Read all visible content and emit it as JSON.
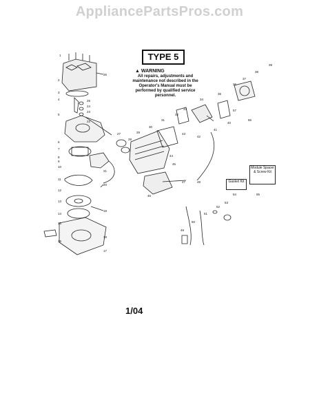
{
  "header": {
    "site_name": "AppliancePartsPros.com"
  },
  "diagram": {
    "type_label": "TYPE 5",
    "warning": {
      "title": "WARNING",
      "text": "All repairs, adjustments and maintenance not described in the Operator's Manual must be performed by qualified service personnel."
    },
    "boxes": {
      "gasket_kit": "Gasket Kit",
      "module_kit": "Module Spacer & Screw Kit"
    },
    "part_numbers": [
      "1",
      "2",
      "3",
      "4",
      "5",
      "6",
      "7",
      "8",
      "9",
      "10",
      "11",
      "12",
      "13",
      "14",
      "15",
      "16",
      "17",
      "18",
      "19",
      "20",
      "21",
      "22",
      "23",
      "24",
      "25",
      "26",
      "27",
      "28",
      "29",
      "30",
      "31",
      "32",
      "33",
      "34",
      "35",
      "36",
      "37",
      "38",
      "39",
      "40",
      "41",
      "42",
      "43",
      "44",
      "45",
      "46",
      "47",
      "48",
      "49",
      "50",
      "51",
      "52",
      "53",
      "54",
      "55",
      "56",
      "57"
    ],
    "footer_code": "1/04"
  }
}
